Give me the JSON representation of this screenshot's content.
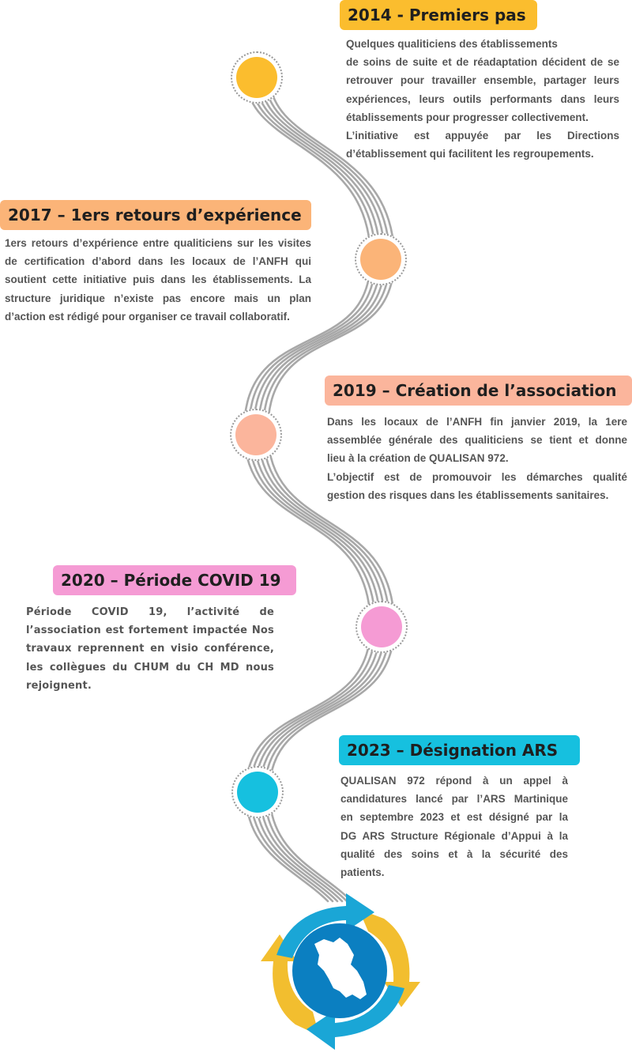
{
  "colors": {
    "road": "#a8a8a8",
    "y2014": "#fbbd2e",
    "y2017": "#fbb478",
    "y2019": "#fbb59c",
    "y2020": "#f59bd4",
    "y2023": "#16c0df",
    "logo_blue": "#1aa6d6",
    "logo_yellow": "#f2be2f",
    "logo_core": "#0b7fc1"
  },
  "milestones": [
    {
      "title": "2014 - Premiers pas",
      "lines": [
        "Quelques qualiticiens des établissements",
        "de soins de suite et de réadaptation décident de se",
        "retrouver pour travailler ensemble, partager leurs",
        "expériences, leurs outils performants dans leurs",
        "établissements pour progresser collectivement.",
        "L’initiative est appuyée par les Directions",
        "d’établissement qui facilitent les regroupements."
      ]
    },
    {
      "title": "2017 – 1ers retours d’expérience",
      "lines": [
        "1ers retours d’expérience entre qualiticiens sur les visites",
        "de certification d’abord dans les locaux de l’ANFH qui",
        "soutient cette initiative puis dans les établissements. La",
        "structure juridique n’existe pas encore mais un plan",
        "d’action est rédigé pour organiser ce travail collaboratif."
      ]
    },
    {
      "title": "2019 – Création de l’association",
      "lines": [
        "Dans les locaux de l’ANFH fin janvier 2019, la 1ere",
        "assemblée générale des qualiticiens se tient et donne",
        "lieu à la  création de QUALISAN 972.",
        "L’objectif est de promouvoir les démarches qualité",
        "gestion des risques dans les établissements sanitaires."
      ]
    },
    {
      "title": "2020 – Période COVID 19",
      "lines": [
        "Période COVID 19, l’activité de",
        "l’association est fortement impactée Nos",
        "travaux reprennent en visio conférence,",
        "les collègues du CHUM du CH MD nous",
        "rejoignent."
      ]
    },
    {
      "title": "2023 – Désignation ARS",
      "lines": [
        "QUALISAN 972 répond à un appel à",
        "candidatures lancé par l’ARS Martinique",
        "en septembre 2023 et est désigné par la",
        "DG ARS Structure Régionale d’Appui à la",
        "qualité des soins et à la sécurité des",
        "patients."
      ]
    }
  ]
}
